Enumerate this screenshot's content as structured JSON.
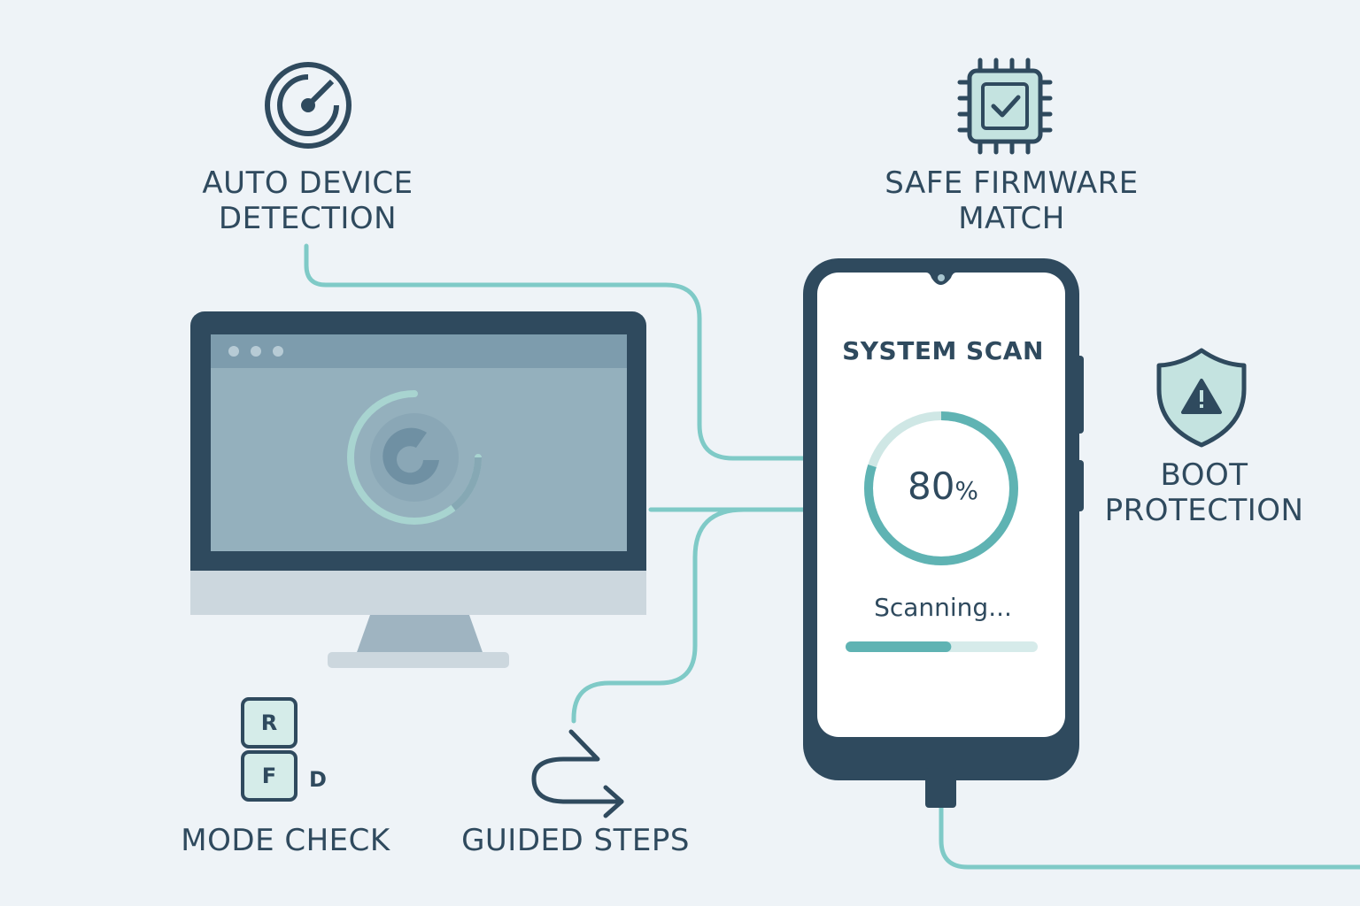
{
  "features": {
    "auto_detection": {
      "line1": "AUTO DEVICE",
      "line2": "DETECTION",
      "icon": "radar-target-icon"
    },
    "firmware_match": {
      "line1": "SAFE FIRMWARE",
      "line2": "MATCH",
      "icon": "chip-check-icon"
    },
    "boot_protection": {
      "line1": "BOOT",
      "line2": "PROTECTION",
      "icon": "shield-warning-icon"
    },
    "mode_check": {
      "label": "MODE CHECK",
      "icon": "keys-icon",
      "keys": {
        "r": "R",
        "f": "F",
        "d": "D"
      }
    },
    "guided_steps": {
      "label": "GUIDED STEPS",
      "icon": "guided-arrow-icon"
    }
  },
  "phone": {
    "title": "SYSTEM SCAN",
    "percent_value": "80",
    "percent_sign": "%",
    "status": "Scanning...",
    "progress": 0.8,
    "bar_progress": 0.55
  },
  "colors": {
    "dark": "#2f4a5e",
    "teal": "#5fb3b3",
    "teal_light": "#bfe0de",
    "monitor_screen": "#8fabb9",
    "background": "#eef3f7"
  }
}
